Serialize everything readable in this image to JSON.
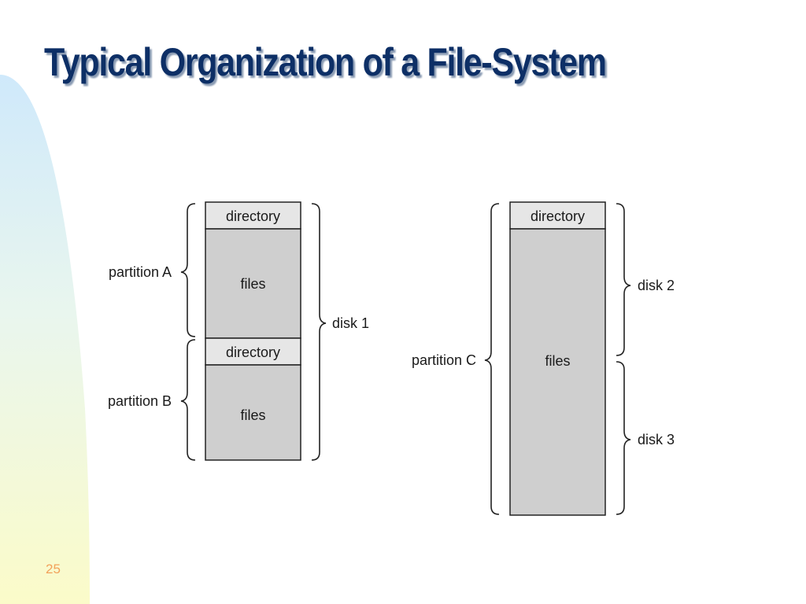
{
  "slide": {
    "title": "Typical Organization of a File-System",
    "number": "25"
  },
  "diagram": {
    "left_stack": {
      "blocks": [
        "directory",
        "files",
        "directory",
        "files"
      ],
      "partition_labels": [
        "partition A",
        "partition B"
      ],
      "disk_label": "disk 1"
    },
    "right_stack": {
      "blocks": [
        "directory",
        "files"
      ],
      "partition_label": "partition C",
      "disk_labels": [
        "disk 2",
        "disk 3"
      ]
    }
  },
  "colors": {
    "title": "#0d2f66",
    "directory_fill": "#e6e6e6",
    "files_fill": "#cfcfcf",
    "slide_number": "#f2a15a"
  }
}
